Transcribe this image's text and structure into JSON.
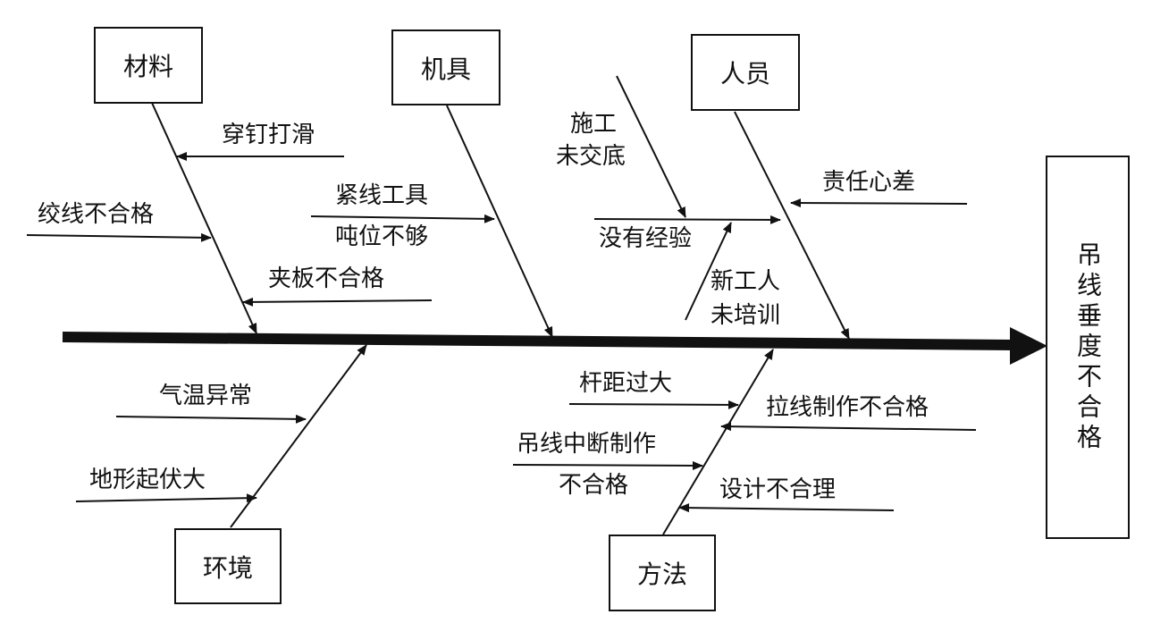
{
  "categories": {
    "materials": "材料",
    "tools": "机具",
    "personnel": "人员",
    "environment": "环境",
    "method": "方法"
  },
  "effect": "吊线垂度不合格",
  "causes": {
    "materials": [
      "穿钉打滑",
      "绞线不合格",
      "夹板不合格"
    ],
    "tools": [
      "紧线工具",
      "吨位不够"
    ],
    "personnel": [
      "施工",
      "未交底",
      "没有经验",
      "新工人",
      "未培训",
      "责任心差"
    ],
    "environment": [
      "气温异常",
      "地形起伏大"
    ],
    "method": [
      "杆距过大",
      "拉线制作不合格",
      "吊线中断制作",
      "不合格",
      "设计不合理"
    ]
  }
}
